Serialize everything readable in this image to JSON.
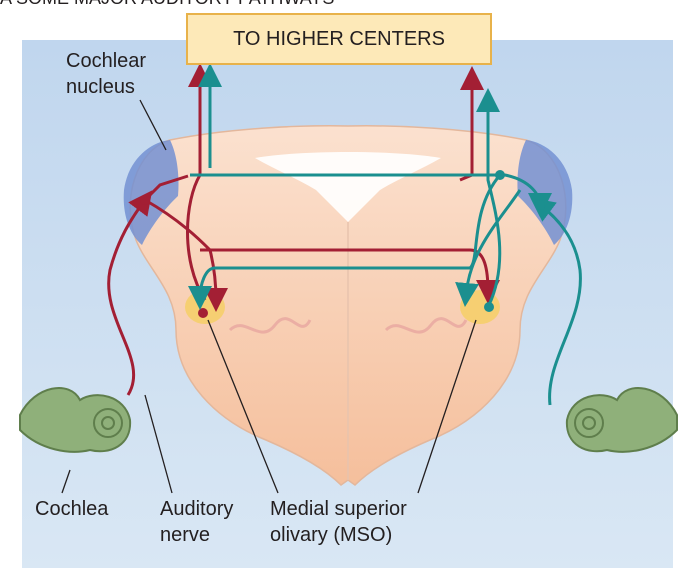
{
  "header": {
    "text": "A   SOME MAJOR AUDITORY PATHWAYS"
  },
  "box": {
    "text": "TO HIGHER CENTERS"
  },
  "labels": {
    "cochlear_nucleus": [
      "Cochlear",
      "nucleus"
    ],
    "cochlea": "Cochlea",
    "auditory_nerve": [
      "Auditory",
      "nerve"
    ],
    "mso": [
      "Medial superior",
      "olivary (MSO)"
    ]
  },
  "colors": {
    "background": "#c9dcef",
    "brainstem": "#f7cdb3",
    "nucleus": "#6f8fd0",
    "red_pathway": "#a31f34",
    "teal_pathway": "#1b8f8f",
    "mso": "#f6cf72",
    "cochlea": "#8fb07a"
  }
}
